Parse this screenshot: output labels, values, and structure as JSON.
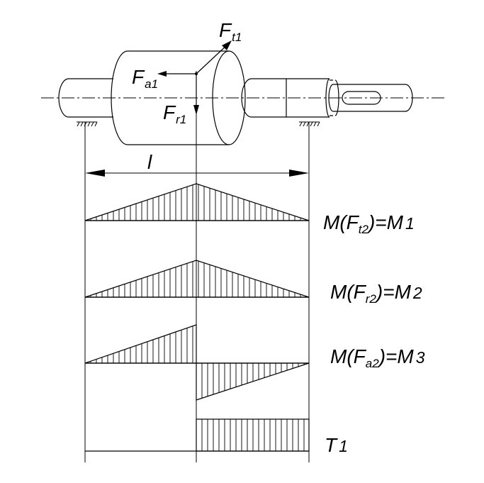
{
  "forces": {
    "ft": {
      "main": "F",
      "sub": "t1"
    },
    "fa": {
      "main": "F",
      "sub": "a1"
    },
    "fr": {
      "main": "F",
      "sub": "r1"
    }
  },
  "span_label": "l",
  "diagrams": [
    {
      "pre": "M(F",
      "sub": "t2",
      "post": ")=M",
      "idx": "1"
    },
    {
      "pre": "M(F",
      "sub": "r2",
      "post": ")=M",
      "idx": "2"
    },
    {
      "pre": "M(F",
      "sub": "a2",
      "post": ")=M",
      "idx": "3"
    }
  ],
  "torque": {
    "main": "T",
    "idx": "1"
  }
}
